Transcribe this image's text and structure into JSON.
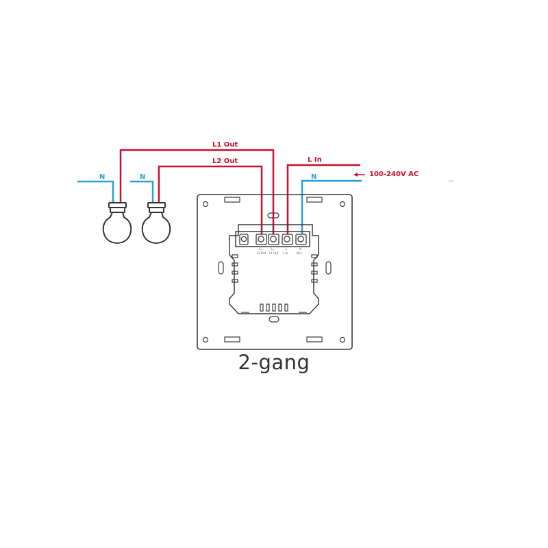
{
  "caption": "2-gang",
  "labels": {
    "l1_out": "L1 Out",
    "l2_out": "L2 Out",
    "l_in": "L In",
    "supply": "100-240V AC",
    "neutral_lamp1": "N",
    "neutral_lamp2": "N",
    "neutral_supply": "N"
  },
  "terminals": [
    {
      "symbol": "L₂",
      "label": "L2 Out"
    },
    {
      "symbol": "L₁",
      "label": "L1 Out"
    },
    {
      "symbol": "L",
      "label": "L In"
    },
    {
      "symbol": "N",
      "label": "N In"
    }
  ],
  "colors": {
    "live_wire": "#c8102e",
    "neutral_wire": "#2a9fd6",
    "outline": "#3a3a3a",
    "caption_text": "#333333"
  },
  "icons": [
    "lamp-icon",
    "arrow-left-icon"
  ]
}
